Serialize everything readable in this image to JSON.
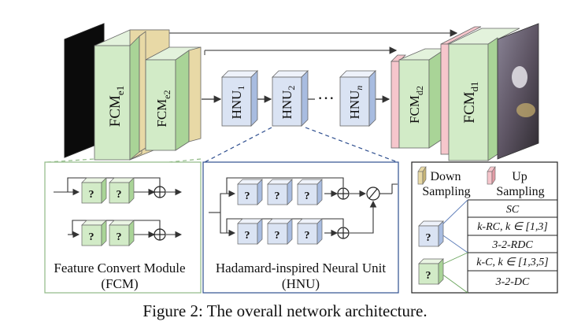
{
  "encoder": {
    "fcm_e1": {
      "base": "FCM",
      "sub": "e1"
    },
    "fcm_e2": {
      "base": "FCM",
      "sub": "e2"
    }
  },
  "hnu_chain": [
    {
      "base": "HNU",
      "sub": "1"
    },
    {
      "base": "HNU",
      "sub": "2"
    },
    {
      "base": "HNU",
      "sub": "n"
    }
  ],
  "ellipsis": "···",
  "decoder": {
    "fcm_d2": {
      "base": "FCM",
      "sub": "d2"
    },
    "fcm_d1": {
      "base": "FCM",
      "sub": "d1"
    }
  },
  "block_glyph": "?",
  "fcm_panel": {
    "title": "Feature Convert Module",
    "abbr": "(FCM)"
  },
  "hnu_panel": {
    "title": "Hadamard-inspired Neural Unit",
    "abbr": "(HNU)"
  },
  "legend": {
    "down_sampling": {
      "line1": "Down",
      "line2": "Sampling"
    },
    "up_sampling": {
      "line1": "Up",
      "line2": "Sampling"
    },
    "rows": [
      "SC",
      "k-RC, k ∈ [1,3]",
      "3-2-RDC",
      "k-C, k ∈ [1,3,5]",
      "3-2-DC"
    ]
  },
  "caption": "Figure 2: The overall network architecture.",
  "colors": {
    "green_face": "#d2ebc7",
    "green_side": "#a9d497",
    "blue_face": "#dae3f3",
    "blue_side": "#a8bce0",
    "tan": "#e8d9a6",
    "pink": "#f6c6cc",
    "hnu_border": "#2f4f8f",
    "fcm_border": "#8fb985"
  }
}
